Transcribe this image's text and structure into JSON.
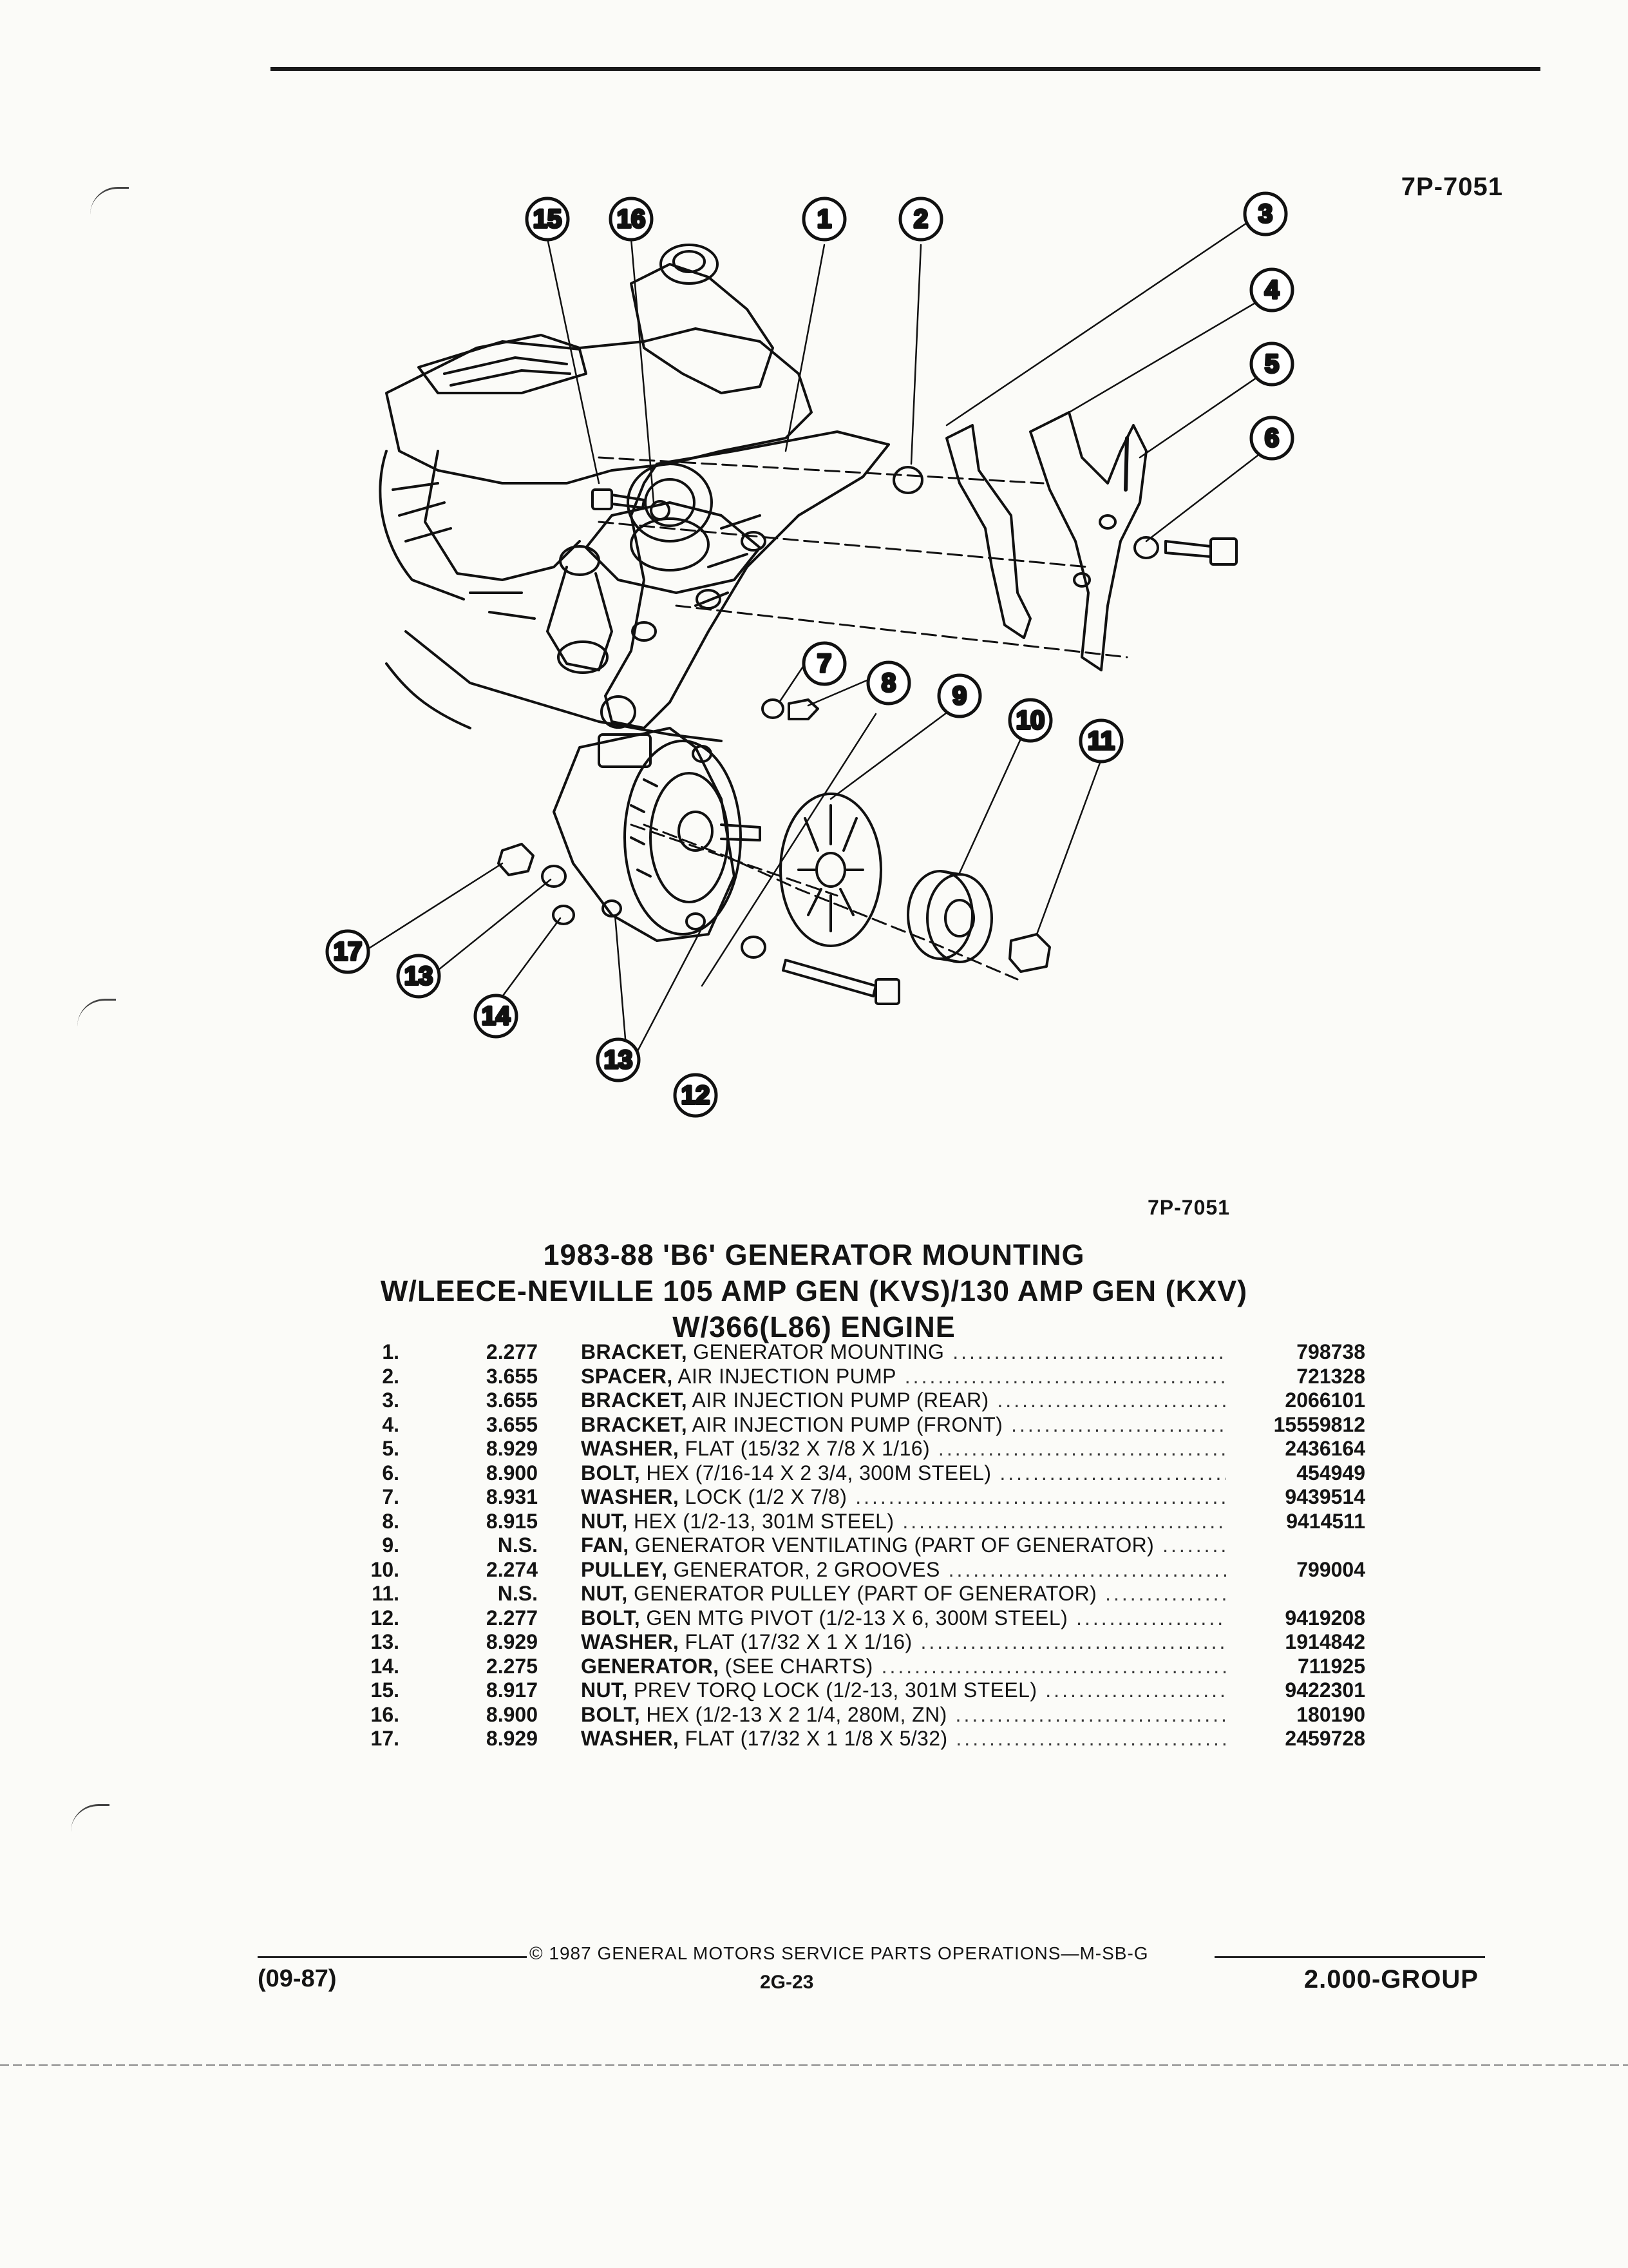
{
  "header": {
    "ref_top": "7P-7051"
  },
  "figure": {
    "ref_label": "7P-7051",
    "callouts": [
      "1",
      "2",
      "3",
      "4",
      "5",
      "6",
      "7",
      "8",
      "9",
      "10",
      "11",
      "12",
      "13",
      "13",
      "14",
      "15",
      "16",
      "17"
    ]
  },
  "title": {
    "line1": "1983-88 'B6' GENERATOR MOUNTING",
    "line2": "W/LEECE-NEVILLE 105 AMP GEN (KVS)/130 AMP GEN (KXV)",
    "line3": "W/366(L86) ENGINE"
  },
  "parts": [
    {
      "no": "1.",
      "group": "2.277",
      "name": "BRACKET,",
      "desc": " GENERATOR MOUNTING",
      "part": "798738"
    },
    {
      "no": "2.",
      "group": "3.655",
      "name": "SPACER,",
      "desc": " AIR INJECTION PUMP",
      "part": "721328"
    },
    {
      "no": "3.",
      "group": "3.655",
      "name": "BRACKET,",
      "desc": " AIR INJECTION PUMP (REAR)",
      "part": "2066101"
    },
    {
      "no": "4.",
      "group": "3.655",
      "name": "BRACKET,",
      "desc": " AIR INJECTION PUMP (FRONT)",
      "part": "15559812"
    },
    {
      "no": "5.",
      "group": "8.929",
      "name": "WASHER,",
      "desc": " FLAT (15/32 X 7/8 X 1/16)",
      "part": "2436164"
    },
    {
      "no": "6.",
      "group": "8.900",
      "name": "BOLT,",
      "desc": " HEX (7/16-14 X 2 3/4, 300M STEEL)",
      "part": "454949"
    },
    {
      "no": "7.",
      "group": "8.931",
      "name": "WASHER,",
      "desc": " LOCK (1/2 X 7/8)",
      "part": "9439514"
    },
    {
      "no": "8.",
      "group": "8.915",
      "name": "NUT,",
      "desc": " HEX (1/2-13, 301M STEEL)",
      "part": "9414511"
    },
    {
      "no": "9.",
      "group": "N.S.",
      "name": "FAN,",
      "desc": " GENERATOR VENTILATING (PART OF GENERATOR)",
      "part": ""
    },
    {
      "no": "10.",
      "group": "2.274",
      "name": "PULLEY,",
      "desc": " GENERATOR, 2 GROOVES",
      "part": "799004"
    },
    {
      "no": "11.",
      "group": "N.S.",
      "name": "NUT,",
      "desc": " GENERATOR PULLEY (PART OF GENERATOR)",
      "part": ""
    },
    {
      "no": "12.",
      "group": "2.277",
      "name": "BOLT,",
      "desc": " GEN MTG PIVOT (1/2-13 X 6, 300M STEEL)",
      "part": "9419208"
    },
    {
      "no": "13.",
      "group": "8.929",
      "name": "WASHER,",
      "desc": " FLAT (17/32 X 1 X 1/16)",
      "part": "1914842"
    },
    {
      "no": "14.",
      "group": "2.275",
      "name": "GENERATOR,",
      "desc": " (SEE CHARTS)",
      "part": "711925"
    },
    {
      "no": "15.",
      "group": "8.917",
      "name": "NUT,",
      "desc": " PREV TORQ LOCK (1/2-13, 301M STEEL)",
      "part": "9422301"
    },
    {
      "no": "16.",
      "group": "8.900",
      "name": "BOLT,",
      "desc": " HEX (1/2-13 X 2 1/4, 280M, ZN)",
      "part": "180190"
    },
    {
      "no": "17.",
      "group": "8.929",
      "name": "WASHER,",
      "desc": " FLAT (17/32 X 1 1/8 X 5/32)",
      "part": "2459728"
    }
  ],
  "footer": {
    "copyright": "© 1987 GENERAL MOTORS SERVICE PARTS OPERATIONS—M-SB-G",
    "date": "(09-87)",
    "page": "2G-23",
    "group": "2.000-GROUP"
  }
}
